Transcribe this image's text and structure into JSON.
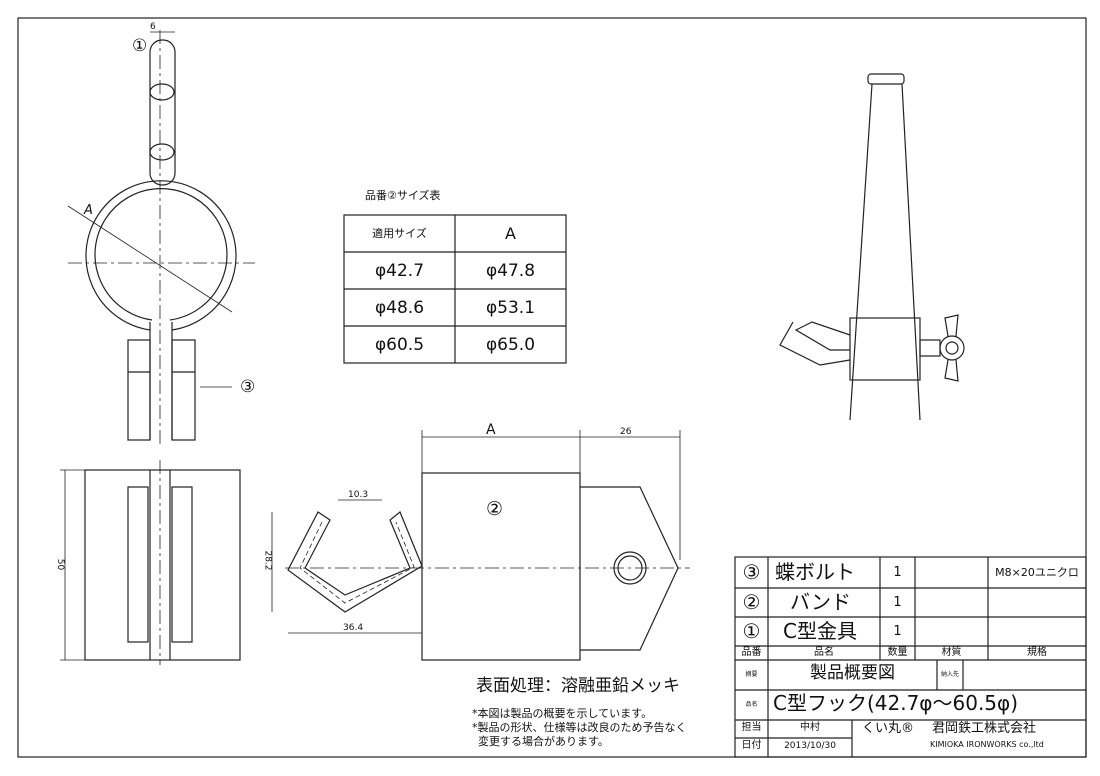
{
  "dimensions": {
    "link_width": "6",
    "ring_dia": "A",
    "band_height": "50",
    "hook_gap": "10.3",
    "hook_height": "28.2",
    "hook_length": "36.4",
    "band_width": "A",
    "tab_length": "26"
  },
  "labels": {
    "part1": "①",
    "part2": "②",
    "part3": "③"
  },
  "size_table": {
    "title": "品番②サイズ表",
    "headers": [
      "適用サイズ",
      "A"
    ],
    "rows": [
      [
        "φ42.7",
        "φ47.8"
      ],
      [
        "φ48.6",
        "φ53.1"
      ],
      [
        "φ60.5",
        "φ65.0"
      ]
    ]
  },
  "surface_treatment": "表面処理：溶融亜鉛メッキ",
  "notes": [
    "*本図は製品の概要を示しています。",
    "*製品の形状、仕様等は改良のため予告なく",
    "変更する場合があります。"
  ],
  "title_block": {
    "parts": [
      {
        "no": "③",
        "name": "蝶ボルト",
        "qty": "1",
        "material": "",
        "spec": "M8×20ユニクロ"
      },
      {
        "no": "②",
        "name": "バンド",
        "qty": "1",
        "material": "",
        "spec": ""
      },
      {
        "no": "①",
        "name": "C型金具",
        "qty": "1",
        "material": "",
        "spec": ""
      }
    ],
    "headers": {
      "no": "品番",
      "name": "品名",
      "qty": "数量",
      "material": "材質",
      "spec": "規格"
    },
    "summary_label": "摘要",
    "summary": "製品概要図",
    "delivery_label": "納入先",
    "product_label": "品名",
    "product": "C型フック(42.7φ～60.5φ)",
    "person_label": "担当",
    "person": "中村",
    "date_label": "日付",
    "date": "2013/10/30",
    "brand": "くい丸®",
    "company": "君岡鉄工株式会社",
    "company_en": "KIMIOKA IRONWORKS co.,ltd"
  }
}
